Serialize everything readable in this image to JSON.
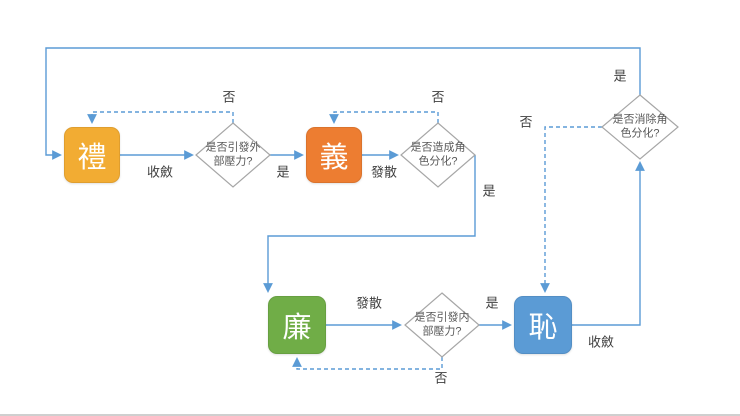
{
  "nodes": {
    "li": {
      "label": "禮",
      "color": "#F2AC33"
    },
    "yi": {
      "label": "義",
      "color": "#ED7D31"
    },
    "lian": {
      "label": "廉",
      "color": "#70AD47"
    },
    "chi": {
      "label": "恥",
      "color": "#5B9BD5"
    }
  },
  "decisions": {
    "external": {
      "label": "是否引發外部壓力?"
    },
    "split": {
      "label": "是否造成角色分化?"
    },
    "merge": {
      "label": "是否消除角色分化?"
    },
    "internal": {
      "label": "是否引發内部壓力?"
    }
  },
  "edge_labels": {
    "li_converge": "收斂",
    "external_no": "否",
    "external_yes": "是",
    "yi_diverge": "發散",
    "split_no": "否",
    "split_yes": "是",
    "lian_diverge": "發散",
    "internal_yes": "是",
    "internal_no": "否",
    "chi_converge": "收斂",
    "merge_no": "否",
    "merge_yes": "是"
  },
  "colors": {
    "edge": "#5B9BD5",
    "diamond_border": "#A6A6A6",
    "diamond_text": "#595959"
  }
}
